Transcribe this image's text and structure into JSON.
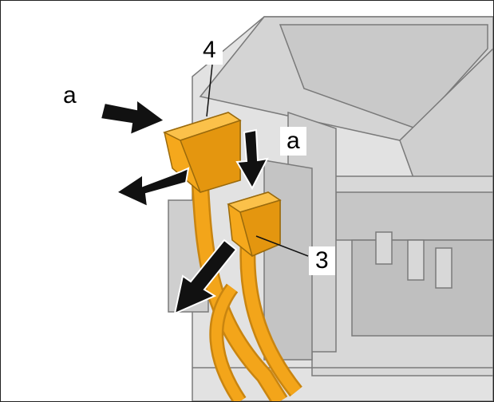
{
  "labels": {
    "label_4": "4",
    "label_3": "3",
    "label_a_left": "a",
    "label_a_right": "a"
  },
  "colors": {
    "connector": "#f5a81c",
    "connector_dark": "#c98510",
    "cable": "#f3a51a",
    "housing": "#dcdcdc",
    "housing_shade": "#bdbdbd",
    "outline": "#7a7a7a",
    "arrow": "#111111"
  }
}
